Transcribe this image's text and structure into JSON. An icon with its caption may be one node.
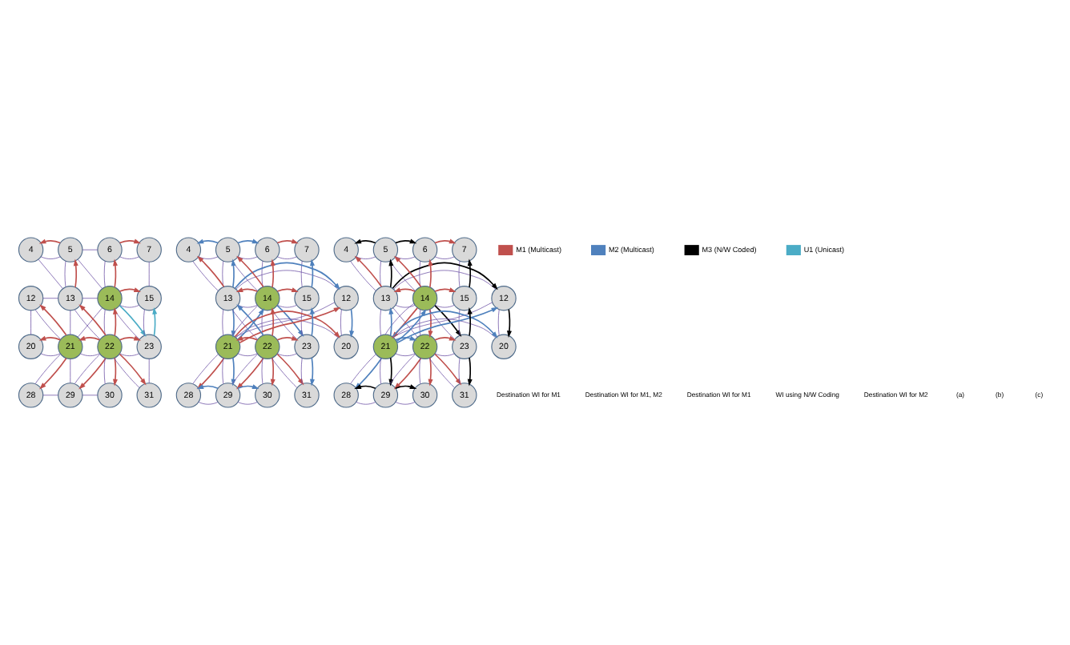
{
  "diagram": {
    "nodes": [
      {
        "text": [
          "4"
        ]
      },
      {
        "text": [
          "5"
        ]
      },
      {
        "text": [
          "6"
        ]
      },
      {
        "text": [
          "7"
        ]
      },
      {
        "text": [
          "12"
        ]
      },
      {
        "text": [
          "13"
        ]
      },
      {
        "text": [
          "14"
        ]
      },
      {
        "text": [
          "15"
        ]
      },
      {
        "text": [
          "20"
        ]
      },
      {
        "text": [
          "21"
        ]
      },
      {
        "text": [
          "22"
        ]
      },
      {
        "text": [
          "23"
        ]
      },
      {
        "text": [
          "28"
        ]
      },
      {
        "text": [
          "29"
        ]
      },
      {
        "text": [
          "30"
        ]
      },
      {
        "text": [
          "31"
        ]
      },
      {
        "text": [
          "4"
        ]
      },
      {
        "text": [
          "5"
        ]
      },
      {
        "text": [
          "6"
        ]
      },
      {
        "text": [
          "7"
        ]
      },
      {
        "text": [
          "12"
        ]
      },
      {
        "text": [
          "13"
        ]
      },
      {
        "text": [
          "14"
        ]
      },
      {
        "text": [
          "15"
        ]
      },
      {
        "text": [
          "20"
        ]
      },
      {
        "text": [
          "21"
        ]
      },
      {
        "text": [
          "22"
        ]
      },
      {
        "text": [
          "23"
        ]
      },
      {
        "text": [
          "28"
        ]
      },
      {
        "text": [
          "29"
        ]
      },
      {
        "text": [
          "30"
        ]
      },
      {
        "text": [
          "31"
        ]
      },
      {
        "text": [
          "4"
        ]
      },
      {
        "text": [
          "5"
        ]
      },
      {
        "text": [
          "6"
        ]
      },
      {
        "text": [
          "7"
        ]
      },
      {
        "text": [
          "12"
        ]
      },
      {
        "text": [
          "13"
        ]
      },
      {
        "text": [
          "14"
        ]
      },
      {
        "text": [
          "15"
        ]
      },
      {
        "text": [
          "20"
        ]
      },
      {
        "text": [
          "21"
        ]
      },
      {
        "text": [
          "22"
        ]
      },
      {
        "text": [
          "23"
        ]
      },
      {
        "text": [
          "28"
        ]
      },
      {
        "text": [
          "29"
        ]
      },
      {
        "text": [
          "30"
        ]
      },
      {
        "text": [
          "31"
        ]
      }
    ],
    "edges": [
      {
        "from": 0,
        "to": 1,
        "arrow": "none"
      },
      {
        "from": 1,
        "to": 2,
        "arrow": "none"
      },
      {
        "from": 2,
        "to": 3,
        "arrow": "none"
      },
      {
        "from": 4,
        "to": 5,
        "arrow": "none"
      },
      {
        "from": 5,
        "to": 6,
        "arrow": "none"
      },
      {
        "from": 6,
        "to": 7,
        "arrow": "none"
      },
      {
        "from": 8,
        "to": 9,
        "arrow": "none"
      },
      {
        "from": 9,
        "to": 10,
        "arrow": "none"
      },
      {
        "from": 10,
        "to": 11,
        "arrow": "none"
      },
      {
        "from": 12,
        "to": 13,
        "arrow": "none"
      },
      {
        "from": 13,
        "to": 14,
        "arrow": "none"
      },
      {
        "from": 1,
        "to": 5,
        "arrow": "none"
      },
      {
        "from": 2,
        "to": 6,
        "arrow": "none"
      },
      {
        "from": 3,
        "to": 7,
        "arrow": "none"
      },
      {
        "from": 4,
        "to": 8,
        "arrow": "none"
      },
      {
        "from": 5,
        "to": 9,
        "arrow": "none"
      },
      {
        "from": 6,
        "to": 10,
        "arrow": "none"
      },
      {
        "from": 7,
        "to": 11,
        "arrow": "none"
      },
      {
        "from": 9,
        "to": 13,
        "arrow": "none"
      },
      {
        "from": 10,
        "to": 14,
        "arrow": "none"
      },
      {
        "from": 11,
        "to": 15,
        "arrow": "none"
      },
      {
        "from": 0,
        "to": 5,
        "arrow": "none"
      },
      {
        "from": 1,
        "to": 6,
        "arrow": "none"
      },
      {
        "from": 4,
        "to": 9,
        "arrow": "none"
      },
      {
        "from": 5,
        "to": 10,
        "arrow": "none"
      },
      {
        "from": 6,
        "to": 11,
        "arrow": "none"
      },
      {
        "from": 6,
        "to": 9,
        "arrow": "none"
      },
      {
        "from": 9,
        "to": 12,
        "arrow": "none"
      },
      {
        "from": 10,
        "to": 13,
        "arrow": "none"
      },
      {
        "from": 10,
        "to": 15,
        "arrow": "none"
      },
      {
        "from": 1,
        "to": 0,
        "arrow": "to",
        "color": "#c0504d"
      },
      {
        "from": 2,
        "to": 3,
        "arrow": "to",
        "color": "#c0504d"
      },
      {
        "from": 5,
        "to": 1,
        "arrow": "to",
        "color": "#c0504d"
      },
      {
        "from": 6,
        "to": 2,
        "arrow": "to",
        "color": "#c0504d"
      },
      {
        "from": 6,
        "to": 7,
        "arrow": "to",
        "color": "#c0504d"
      },
      {
        "from": 9,
        "to": 4,
        "arrow": "to",
        "color": "#c0504d"
      },
      {
        "from": 10,
        "to": 5,
        "arrow": "to",
        "color": "#c0504d"
      },
      {
        "from": 10,
        "to": 6,
        "arrow": "to",
        "color": "#c0504d"
      },
      {
        "from": 9,
        "to": 8,
        "arrow": "to",
        "color": "#c0504d"
      },
      {
        "from": 10,
        "to": 9,
        "arrow": "to",
        "color": "#c0504d"
      },
      {
        "from": 10,
        "to": 11,
        "arrow": "to",
        "color": "#c0504d"
      },
      {
        "from": 9,
        "to": 12,
        "arrow": "to",
        "color": "#c0504d"
      },
      {
        "from": 10,
        "to": 13,
        "arrow": "to",
        "color": "#c0504d"
      },
      {
        "from": 10,
        "to": 14,
        "arrow": "to",
        "color": "#c0504d"
      },
      {
        "from": 10,
        "to": 15,
        "arrow": "to",
        "color": "#c0504d"
      },
      {
        "from": 6,
        "to": 11,
        "arrow": "to",
        "color": "#4bacc6"
      },
      {
        "from": 11,
        "to": 7,
        "arrow": "to",
        "color": "#4bacc6"
      },
      {
        "from": 16,
        "to": 17,
        "arrow": "none"
      },
      {
        "from": 17,
        "to": 18,
        "arrow": "none"
      },
      {
        "from": 18,
        "to": 19,
        "arrow": "none"
      },
      {
        "from": 20,
        "to": 21,
        "arrow": "none"
      },
      {
        "from": 21,
        "to": 22,
        "arrow": "none"
      },
      {
        "from": 22,
        "to": 23,
        "arrow": "none"
      },
      {
        "from": 24,
        "to": 25,
        "arrow": "none"
      },
      {
        "from": 25,
        "to": 26,
        "arrow": "none"
      },
      {
        "from": 26,
        "to": 27,
        "arrow": "none"
      },
      {
        "from": 28,
        "to": 29,
        "arrow": "none"
      },
      {
        "from": 29,
        "to": 30,
        "arrow": "none"
      },
      {
        "from": 17,
        "to": 21,
        "arrow": "none"
      },
      {
        "from": 18,
        "to": 22,
        "arrow": "none"
      },
      {
        "from": 19,
        "to": 23,
        "arrow": "none"
      },
      {
        "from": 20,
        "to": 24,
        "arrow": "none"
      },
      {
        "from": 21,
        "to": 25,
        "arrow": "none"
      },
      {
        "from": 22,
        "to": 26,
        "arrow": "none"
      },
      {
        "from": 23,
        "to": 27,
        "arrow": "none"
      },
      {
        "from": 25,
        "to": 29,
        "arrow": "none"
      },
      {
        "from": 26,
        "to": 30,
        "arrow": "none"
      },
      {
        "from": 27,
        "to": 31,
        "arrow": "none"
      },
      {
        "from": 16,
        "to": 21,
        "arrow": "none"
      },
      {
        "from": 17,
        "to": 22,
        "arrow": "none"
      },
      {
        "from": 20,
        "to": 25,
        "arrow": "none"
      },
      {
        "from": 21,
        "to": 26,
        "arrow": "none"
      },
      {
        "from": 22,
        "to": 27,
        "arrow": "none"
      },
      {
        "from": 22,
        "to": 25,
        "arrow": "none"
      },
      {
        "from": 25,
        "to": 28,
        "arrow": "none"
      },
      {
        "from": 26,
        "to": 29,
        "arrow": "none"
      },
      {
        "from": 26,
        "to": 31,
        "arrow": "none"
      },
      {
        "from": 17,
        "to": 16,
        "arrow": "to",
        "color": "#4f81bd"
      },
      {
        "from": 17,
        "to": 18,
        "arrow": "to",
        "color": "#4f81bd"
      },
      {
        "from": 18,
        "to": 19,
        "arrow": "to",
        "color": "#c0504d"
      },
      {
        "from": 21,
        "to": 16,
        "arrow": "to",
        "color": "#c0504d"
      },
      {
        "from": 21,
        "to": 17,
        "arrow": "to",
        "color": "#4f81bd"
      },
      {
        "from": 22,
        "to": 17,
        "arrow": "to",
        "color": "#c0504d"
      },
      {
        "from": 22,
        "to": 18,
        "arrow": "to",
        "color": "#c0504d"
      },
      {
        "from": 23,
        "to": 19,
        "arrow": "to",
        "color": "#4f81bd"
      },
      {
        "from": 21,
        "to": 20,
        "arrow": "to",
        "color": "#4f81bd"
      },
      {
        "from": 22,
        "to": 21,
        "arrow": "to",
        "color": "#c0504d"
      },
      {
        "from": 22,
        "to": 23,
        "arrow": "to",
        "color": "#c0504d"
      },
      {
        "from": 20,
        "to": 24,
        "arrow": "to",
        "color": "#4f81bd"
      },
      {
        "from": 25,
        "to": 20,
        "arrow": "to",
        "color": "#c0504d"
      },
      {
        "from": 21,
        "to": 25,
        "arrow": "to",
        "color": "#4f81bd"
      },
      {
        "from": 25,
        "to": 22,
        "arrow": "to",
        "color": "#4f81bd"
      },
      {
        "from": 26,
        "to": 21,
        "arrow": "to",
        "color": "#4f81bd"
      },
      {
        "from": 26,
        "to": 22,
        "arrow": "to",
        "color": "#c0504d"
      },
      {
        "from": 22,
        "to": 27,
        "arrow": "to",
        "color": "#4f81bd"
      },
      {
        "from": 27,
        "to": 23,
        "arrow": "to",
        "color": "#4f81bd"
      },
      {
        "from": 25,
        "to": 24,
        "arrow": "to",
        "color": "#c0504d"
      },
      {
        "from": 26,
        "to": 25,
        "arrow": "to",
        "color": "#c0504d"
      },
      {
        "from": 26,
        "to": 27,
        "arrow": "to",
        "color": "#c0504d"
      },
      {
        "from": 25,
        "to": 28,
        "arrow": "to",
        "color": "#c0504d"
      },
      {
        "from": 25,
        "to": 29,
        "arrow": "to",
        "color": "#4f81bd"
      },
      {
        "from": 26,
        "to": 29,
        "arrow": "to",
        "color": "#c0504d"
      },
      {
        "from": 26,
        "to": 30,
        "arrow": "to",
        "color": "#c0504d"
      },
      {
        "from": 26,
        "to": 31,
        "arrow": "to",
        "color": "#c0504d"
      },
      {
        "from": 27,
        "to": 31,
        "arrow": "to",
        "color": "#4f81bd"
      },
      {
        "from": 29,
        "to": 28,
        "arrow": "to",
        "color": "#4f81bd"
      },
      {
        "from": 29,
        "to": 30,
        "arrow": "to",
        "color": "#4f81bd"
      },
      {
        "from": 32,
        "to": 33,
        "arrow": "none"
      },
      {
        "from": 33,
        "to": 34,
        "arrow": "none"
      },
      {
        "from": 34,
        "to": 35,
        "arrow": "none"
      },
      {
        "from": 36,
        "to": 37,
        "arrow": "none"
      },
      {
        "from": 37,
        "to": 38,
        "arrow": "none"
      },
      {
        "from": 38,
        "to": 39,
        "arrow": "none"
      },
      {
        "from": 40,
        "to": 41,
        "arrow": "none"
      },
      {
        "from": 41,
        "to": 42,
        "arrow": "none"
      },
      {
        "from": 42,
        "to": 43,
        "arrow": "none"
      },
      {
        "from": 44,
        "to": 45,
        "arrow": "none"
      },
      {
        "from": 45,
        "to": 46,
        "arrow": "none"
      },
      {
        "from": 33,
        "to": 37,
        "arrow": "none"
      },
      {
        "from": 34,
        "to": 38,
        "arrow": "none"
      },
      {
        "from": 35,
        "to": 39,
        "arrow": "none"
      },
      {
        "from": 36,
        "to": 40,
        "arrow": "none"
      },
      {
        "from": 37,
        "to": 41,
        "arrow": "none"
      },
      {
        "from": 38,
        "to": 42,
        "arrow": "none"
      },
      {
        "from": 39,
        "to": 43,
        "arrow": "none"
      },
      {
        "from": 41,
        "to": 45,
        "arrow": "none"
      },
      {
        "from": 42,
        "to": 46,
        "arrow": "none"
      },
      {
        "from": 43,
        "to": 47,
        "arrow": "none"
      },
      {
        "from": 32,
        "to": 37,
        "arrow": "none"
      },
      {
        "from": 33,
        "to": 38,
        "arrow": "none"
      },
      {
        "from": 36,
        "to": 41,
        "arrow": "none"
      },
      {
        "from": 37,
        "to": 42,
        "arrow": "none"
      },
      {
        "from": 38,
        "to": 43,
        "arrow": "none"
      },
      {
        "from": 38,
        "to": 41,
        "arrow": "none"
      },
      {
        "from": 41,
        "to": 44,
        "arrow": "none"
      },
      {
        "from": 42,
        "to": 45,
        "arrow": "none"
      },
      {
        "from": 42,
        "to": 47,
        "arrow": "none"
      },
      {
        "from": 33,
        "to": 32,
        "arrow": "to",
        "color": "#000000"
      },
      {
        "from": 33,
        "to": 34,
        "arrow": "to",
        "color": "#000000"
      },
      {
        "from": 34,
        "to": 35,
        "arrow": "to",
        "color": "#c0504d"
      },
      {
        "from": 37,
        "to": 32,
        "arrow": "to",
        "color": "#c0504d"
      },
      {
        "from": 37,
        "to": 33,
        "arrow": "to",
        "color": "#000000"
      },
      {
        "from": 38,
        "to": 33,
        "arrow": "to",
        "color": "#c0504d"
      },
      {
        "from": 38,
        "to": 34,
        "arrow": "to",
        "color": "#c0504d"
      },
      {
        "from": 39,
        "to": 35,
        "arrow": "to",
        "color": "#000000"
      },
      {
        "from": 37,
        "to": 36,
        "arrow": "to",
        "color": "#000000"
      },
      {
        "from": 38,
        "to": 37,
        "arrow": "to",
        "color": "#c0504d"
      },
      {
        "from": 38,
        "to": 39,
        "arrow": "to",
        "color": "#c0504d"
      },
      {
        "from": 36,
        "to": 40,
        "arrow": "to",
        "color": "#000000"
      },
      {
        "from": 41,
        "to": 36,
        "arrow": "to",
        "color": "#4f81bd"
      },
      {
        "from": 41,
        "to": 37,
        "arrow": "to",
        "color": "#4f81bd"
      },
      {
        "from": 38,
        "to": 41,
        "arrow": "to",
        "color": "#c0504d"
      },
      {
        "from": 41,
        "to": 38,
        "arrow": "to",
        "color": "#4f81bd"
      },
      {
        "from": 38,
        "to": 42,
        "arrow": "to",
        "color": "#c0504d"
      },
      {
        "from": 38,
        "to": 43,
        "arrow": "to",
        "color": "#000000"
      },
      {
        "from": 43,
        "to": 39,
        "arrow": "to",
        "color": "#000000"
      },
      {
        "from": 41,
        "to": 40,
        "arrow": "to",
        "color": "#4f81bd"
      },
      {
        "from": 41,
        "to": 42,
        "arrow": "to",
        "color": "#4f81bd"
      },
      {
        "from": 42,
        "to": 43,
        "arrow": "to",
        "color": "#c0504d"
      },
      {
        "from": 41,
        "to": 44,
        "arrow": "to",
        "color": "#4f81bd"
      },
      {
        "from": 41,
        "to": 45,
        "arrow": "to",
        "color": "#000000"
      },
      {
        "from": 42,
        "to": 45,
        "arrow": "to",
        "color": "#c0504d"
      },
      {
        "from": 42,
        "to": 46,
        "arrow": "to",
        "color": "#c0504d"
      },
      {
        "from": 42,
        "to": 47,
        "arrow": "to",
        "color": "#c0504d"
      },
      {
        "from": 43,
        "to": 47,
        "arrow": "to",
        "color": "#000000"
      },
      {
        "from": 45,
        "to": 44,
        "arrow": "to",
        "color": "#000000"
      },
      {
        "from": 45,
        "to": 46,
        "arrow": "to",
        "color": "#000000"
      }
    ],
    "labels": [
      "Destination WI for M1",
      "Destination WI for M1, M2",
      "Destination WI for M1",
      "WI using N/W Coding",
      "Destination WI for M2",
      "(a)",
      "(b)",
      "(c)"
    ],
    "legend": [
      {
        "text": "M1 (Multicast)",
        "color": "#c0504d"
      },
      {
        "text": "M2 (Multicast)",
        "color": "#4f81bd"
      },
      {
        "text": "M3 (N/W Coded)",
        "color": "#000000"
      },
      {
        "text": "U1 (Unicast)",
        "color": "#4bacc6"
      }
    ]
  }
}
